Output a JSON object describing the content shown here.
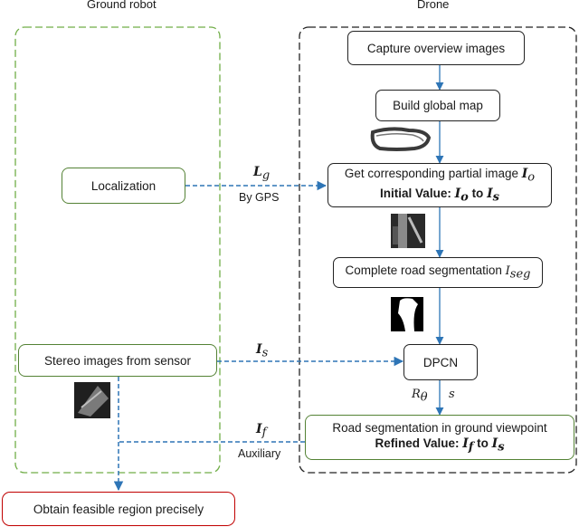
{
  "columns": {
    "ground_robot": "Ground robot",
    "drone": "Drone"
  },
  "nodes": {
    "capture": "Capture overview images",
    "build_map": "Build global map",
    "partial_image": {
      "text": "Get corresponding partial image ",
      "sym": "I",
      "sub": "o"
    },
    "initial_value": {
      "label": "Initial Value: ",
      "from_sym": "I",
      "from_sub": "o",
      "to": " to ",
      "to_sym": "I",
      "to_sub": "s"
    },
    "road_seg": {
      "text": "Complete road segmentation ",
      "sym": "I",
      "sub": "seg"
    },
    "dpcn": "DPCN",
    "road_seg_ground": "Road segmentation in ground viewpoint",
    "refined_value": {
      "label": "Refined Value: ",
      "from_sym": "I",
      "from_sub": "f",
      "to": " to ",
      "to_sym": "I",
      "to_sub": "s"
    },
    "localization": "Localization",
    "stereo": "Stereo images from sensor",
    "feasible": "Obtain feasible region precisely"
  },
  "edge_labels": {
    "lg": {
      "sym": "L",
      "sub": "g",
      "caption": "By GPS"
    },
    "is": {
      "sym": "I",
      "sub": "s"
    },
    "if": {
      "sym": "I",
      "sub": "f",
      "caption": "Auxiliary"
    },
    "r_theta": {
      "sym": "R",
      "sub": "θ"
    },
    "s": "s"
  },
  "colors": {
    "green_border": "#548235",
    "green_dash": "#70ad47",
    "arrow_blue": "#2e75b6",
    "red_border": "#c00000",
    "black_border": "#222222"
  },
  "icons": [
    "global-map-thumbnail",
    "partial-image-thumbnail",
    "segmentation-mask-thumbnail",
    "stereo-image-thumbnail"
  ]
}
